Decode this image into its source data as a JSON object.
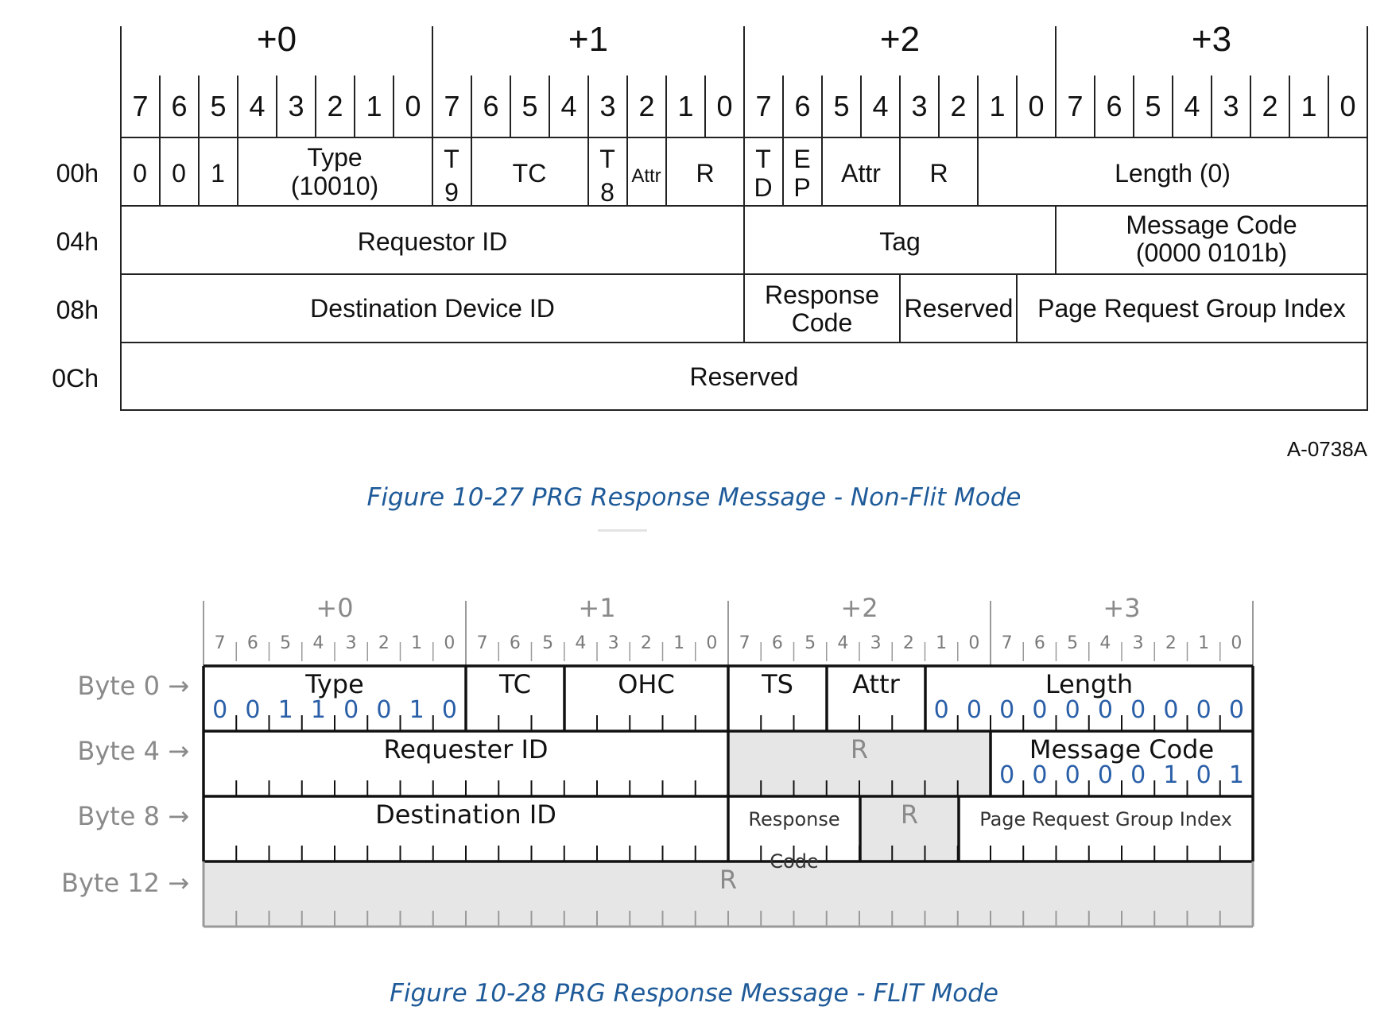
{
  "figure1": {
    "bytes": [
      "+0",
      "+1",
      "+2",
      "+3"
    ],
    "bits": [
      "7",
      "6",
      "5",
      "4",
      "3",
      "2",
      "1",
      "0"
    ],
    "rows": [
      "00h",
      "04h",
      "08h",
      "0Ch"
    ],
    "fields": {
      "b0": "0",
      "b1": "0",
      "b2": "1",
      "type1": "Type",
      "type2": "(10010)",
      "t9a": "T",
      "t9b": "9",
      "tc": "TC",
      "t8a": "T",
      "t8b": "8",
      "attr_small": "Attr",
      "r1": "R",
      "tda": "T",
      "tdb": "D",
      "epa": "E",
      "epb": "P",
      "attr": "Attr",
      "r2": "R",
      "length": "Length (0)",
      "requestor_id": "Requestor ID",
      "tag": "Tag",
      "msg_code1": "Message Code",
      "msg_code2": "(0000 0101b)",
      "dest_dev_id": "Destination Device ID",
      "resp1": "Response",
      "resp2": "Code",
      "reserved_small": "Reserved",
      "prgi": "Page Request Group Index",
      "reserved_row": "Reserved"
    },
    "figure_id": "A-0738A",
    "caption": "Figure 10-27 PRG Response Message - Non-Flit Mode"
  },
  "figure2": {
    "bytes": [
      "+0",
      "+1",
      "+2",
      "+3"
    ],
    "bits": [
      "7",
      "6",
      "5",
      "4",
      "3",
      "2",
      "1",
      "0"
    ],
    "rows": [
      "Byte 0 →",
      "Byte 4 →",
      "Byte 8 →",
      "Byte 12 →"
    ],
    "fields": {
      "type": "Type",
      "tc": "TC",
      "ohc": "OHC",
      "ts": "TS",
      "attr": "Attr",
      "length": "Length",
      "requester_id": "Requester ID",
      "r_byte4": "R",
      "msg_code": "Message Code",
      "dest_id": "Destination ID",
      "resp_code1": "Response",
      "resp_code2": "Code",
      "r_byte8": "R",
      "prgi": "Page Request Group Index",
      "r_byte12": "R"
    },
    "type_bits": [
      "0",
      "0",
      "1",
      "1",
      "0",
      "0",
      "1",
      "0"
    ],
    "length_bits": [
      "0",
      "0",
      "0",
      "0",
      "0",
      "0",
      "0",
      "0",
      "0",
      "0"
    ],
    "msg_code_bits": [
      "0",
      "0",
      "0",
      "0",
      "0",
      "1",
      "0",
      "1"
    ],
    "caption": "Figure 10-28 PRG Response Message - FLIT Mode",
    "colors": {
      "reserved_fill": "#e6e6e6",
      "bit_value": "#2a5fa8",
      "label_gray": "#8a8a8a"
    }
  }
}
